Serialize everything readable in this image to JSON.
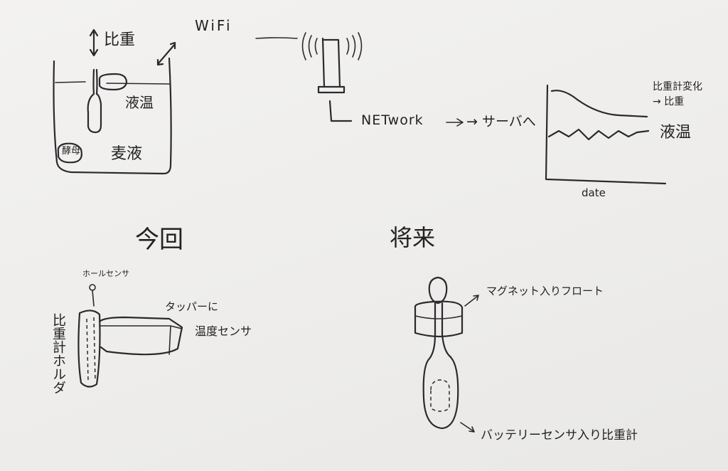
{
  "top": {
    "gravity_label": "比重",
    "wifi_label": "WiFi",
    "liquid_temp_label": "液温",
    "yeast_label": "酵母",
    "wort_label": "麦液",
    "network_label": "NETwork",
    "to_server_label": "→ サーバへ",
    "graph": {
      "series_gravity_label": "比重計変化\n→ 比重",
      "series_temp_label": "液温",
      "x_axis_label": "date"
    }
  },
  "now": {
    "title": "今回",
    "hall_sensor_label": "ホールセンサ",
    "tupperware_label": "タッパーに",
    "temp_sensor_label": "温度センサ",
    "holder_label": "比重計ホルダ"
  },
  "future": {
    "title": "将来",
    "float_label": "マグネット入りフロート",
    "hydrometer_label": "バッテリーセンサ入り比重計"
  }
}
